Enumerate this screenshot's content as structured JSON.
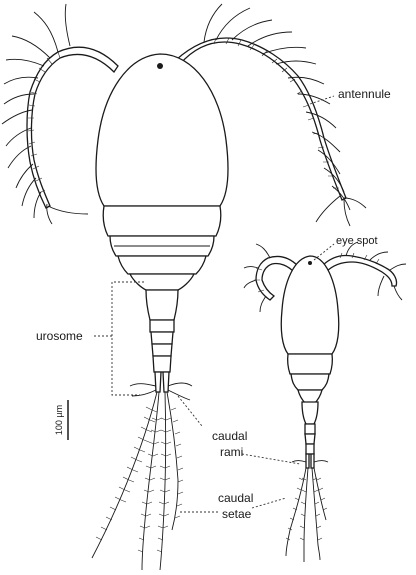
{
  "labels": {
    "antennule": "antennule",
    "eye_spot": "eye spot",
    "urosome": "urosome",
    "caudal_rami_line1": "caudal",
    "caudal_rami_line2": "rami",
    "caudal_setae_line1": "caudal",
    "caudal_setae_line2": "setae",
    "scale_bar": "100 µm"
  },
  "colors": {
    "ink": "#1a1a1a",
    "background": "#ffffff"
  }
}
